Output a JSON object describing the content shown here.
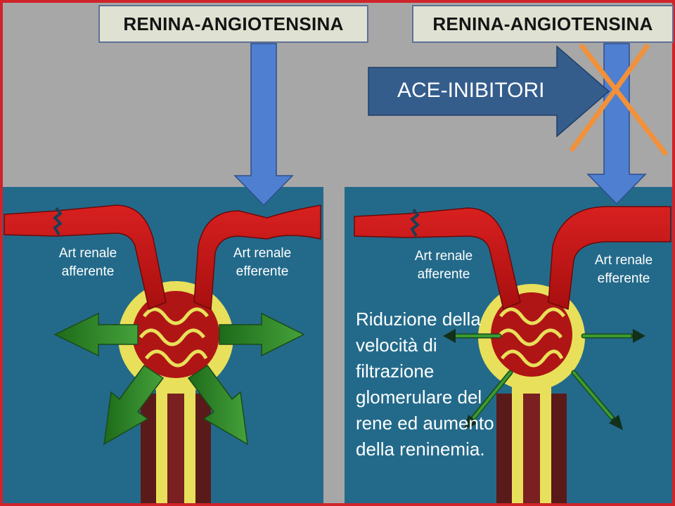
{
  "header_left": "RENINA-ANGIOTENSINA",
  "header_right": "RENINA-ANGIOTENSINA",
  "ace_label": "ACE-INIBITORI",
  "left_panel": {
    "afferent": "Art renale afferente",
    "efferent": "Art renale efferente"
  },
  "right_panel": {
    "afferent": "Art renale afferente",
    "efferent": "Art renale efferente"
  },
  "note": "Riduzione della velocità di filtrazione glomerulare del rene ed aumento della reninemia.",
  "colors": {
    "background": "#a7a7a7",
    "border": "#d0232a",
    "panel": "#236a8a",
    "arrow_blue": "#4f7fd0",
    "arrow_dark": "#345d8c",
    "vessel": "#c41515",
    "capsule": "#e8e05a",
    "green": "#2f8a2b",
    "cross": "#f2913a"
  }
}
